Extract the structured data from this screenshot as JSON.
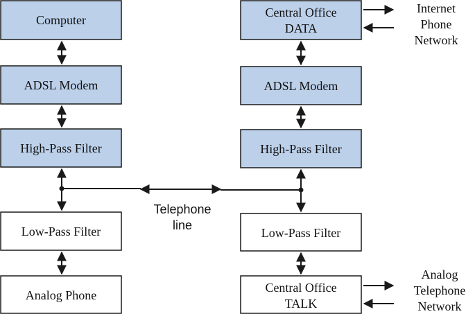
{
  "colors": {
    "filled_box": "#bcd0ea",
    "plain_box": "#ffffff",
    "stroke": "#1a1a1a"
  },
  "left_column": {
    "computer": "Computer",
    "modem": "ADSL Modem",
    "hpf": "High-Pass Filter",
    "lpf": "Low-Pass Filter",
    "phone": "Analog Phone"
  },
  "right_column": {
    "co_data_line1": "Central Office",
    "co_data_line2": "DATA",
    "modem": "ADSL Modem",
    "hpf": "High-Pass Filter",
    "lpf": "Low-Pass Filter",
    "co_talk_line1": "Central Office",
    "co_talk_line2": "TALK"
  },
  "labels": {
    "telephone_line_1": "Telephone",
    "telephone_line_2": "line",
    "internet_1": "Internet",
    "internet_2": "Phone",
    "internet_3": "Network",
    "analog_1": "Analog",
    "analog_2": "Telephone",
    "analog_3": "Network"
  }
}
